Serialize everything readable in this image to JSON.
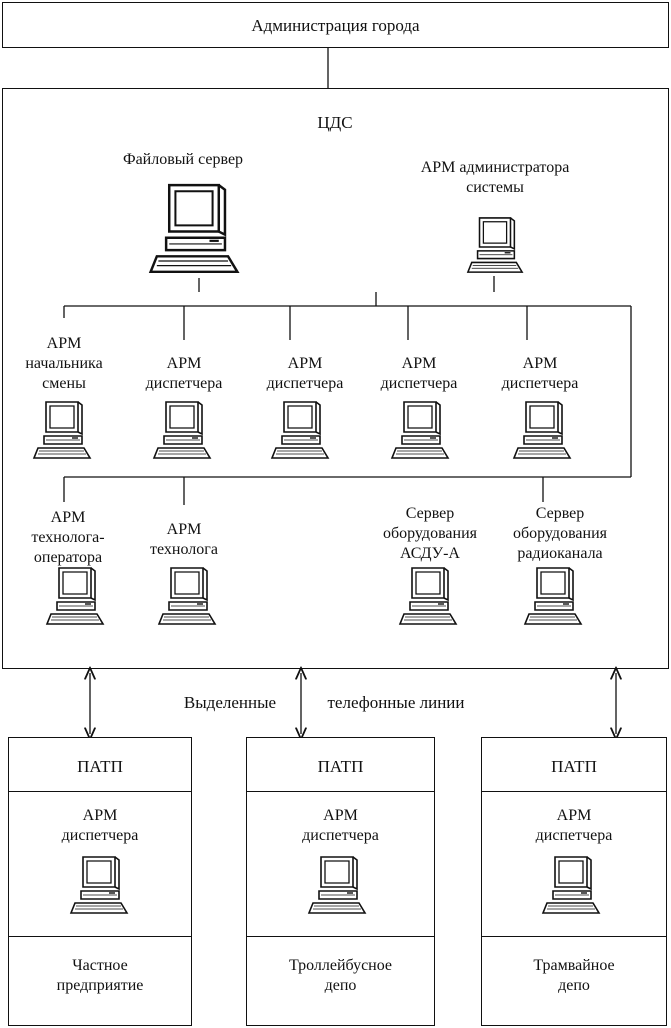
{
  "city_admin": "Администрация города",
  "cds": {
    "title": "ЦДС",
    "file_server": "Файловый сервер",
    "admin_arm": [
      "АРМ администратора",
      "системы"
    ],
    "row1": [
      {
        "l1": "АРМ",
        "l2": "начальника",
        "l3": "смены"
      },
      {
        "l1": "АРМ",
        "l2": "диспетчера"
      },
      {
        "l1": "АРМ",
        "l2": "диспетчера"
      },
      {
        "l1": "АРМ",
        "l2": "диспетчера"
      },
      {
        "l1": "АРМ",
        "l2": "диспетчера"
      }
    ],
    "row2": [
      {
        "l1": "АРМ",
        "l2": "технолога-",
        "l3": "оператора"
      },
      {
        "l1": "АРМ",
        "l2": "технолога"
      },
      {
        "l1": "Сервер",
        "l2": "оборудования",
        "l3": "АСДУ-А"
      },
      {
        "l1": "Сервер",
        "l2": "оборудования",
        "l3": "радиоканала"
      }
    ]
  },
  "lines_label_left": "Выделенные",
  "lines_label_right": "телефонные линии",
  "patp": [
    {
      "title": "ПАТП",
      "arm1": "АРМ",
      "arm2": "диспетчера",
      "name1": "Частное",
      "name2": "предприятие"
    },
    {
      "title": "ПАТП",
      "arm1": "АРМ",
      "arm2": "диспетчера",
      "name1": "Троллейбусное",
      "name2": "депо"
    },
    {
      "title": "ПАТП",
      "arm1": "АРМ",
      "arm2": "диспетчера",
      "name1": "Трамвайное",
      "name2": "депо"
    }
  ]
}
